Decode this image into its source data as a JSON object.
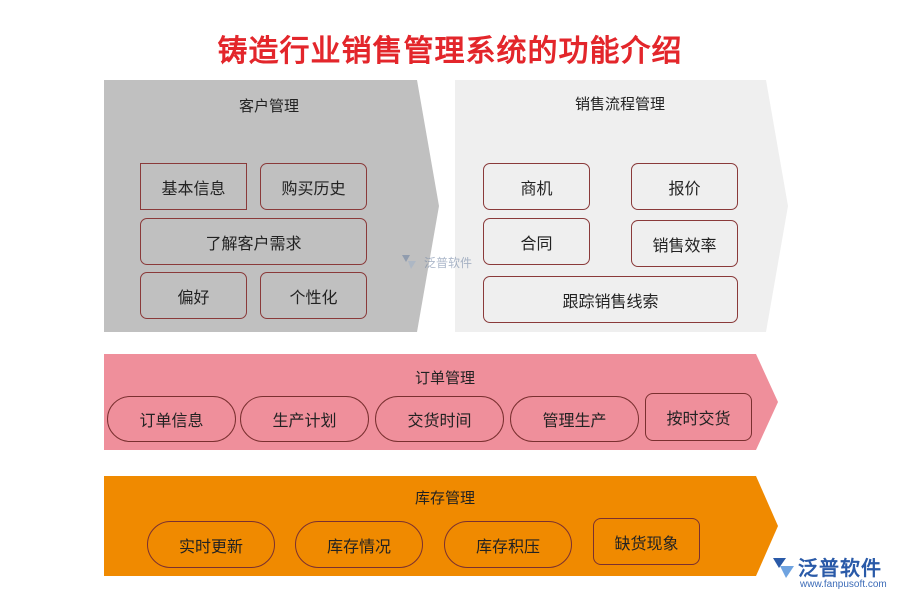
{
  "title": "铸造行业销售管理系统的功能介绍",
  "colors": {
    "title": "#e3262b",
    "customer_panel": "#c0c0c0",
    "sales_panel": "#efefef",
    "order_panel": "#ef8f9b",
    "inventory_panel": "#f08a00"
  },
  "customer": {
    "title": "客户管理",
    "basic_info": "基本信息",
    "purchase_history": "购买历史",
    "needs": "了解客户需求",
    "preference": "偏好",
    "personality": "个性化"
  },
  "sales_flow": {
    "title": "销售流程管理",
    "opportunity": "商机",
    "quote": "报价",
    "contract": "合同",
    "efficiency": "销售效率",
    "tracking": "跟踪销售线索"
  },
  "order": {
    "title": "订单管理",
    "items": [
      "订单信息",
      "生产计划",
      "交货时间",
      "管理生产",
      "按时交货"
    ]
  },
  "inventory": {
    "title": "库存管理",
    "items": [
      "实时更新",
      "库存情况",
      "库存积压",
      "缺货现象"
    ]
  },
  "watermark": {
    "icon": "fanpu-logo-icon",
    "text": "泛普软件"
  },
  "brand": {
    "name": "泛普软件",
    "url": "www.fanpusoft.com",
    "icon": "fanpu-logo-icon"
  }
}
